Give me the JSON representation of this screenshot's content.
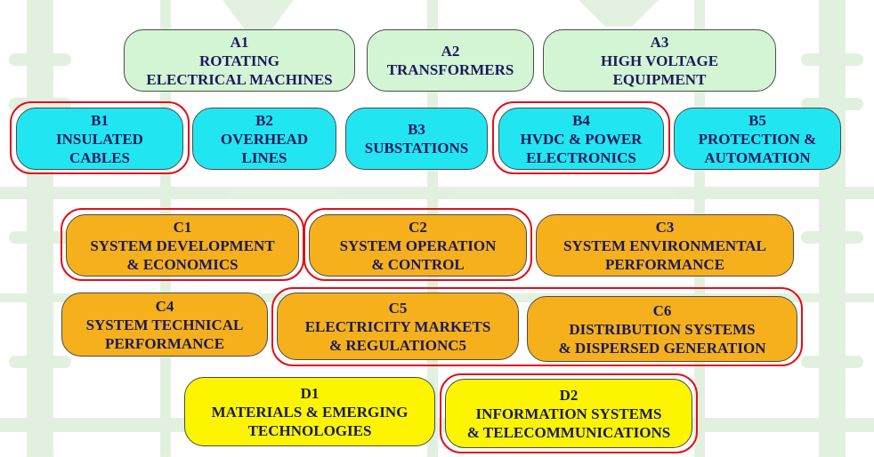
{
  "colors": {
    "group_a": "#d4f5d4",
    "group_b": "#21e6f2",
    "group_c": "#f6b01c",
    "group_d": "#fdf500",
    "highlight": "#e0101a",
    "text": "#1a1a5e",
    "watermark": "#d9ecd6"
  },
  "diagram": {
    "A1": {
      "code": "A1",
      "line1": "ROTATING",
      "line2": "ELECTRICAL MACHINES"
    },
    "A2": {
      "code": "A2",
      "line1": "TRANSFORMERS"
    },
    "A3": {
      "code": "A3",
      "line1": "HIGH VOLTAGE",
      "line2": "EQUIPMENT"
    },
    "B1": {
      "code": "B1",
      "line1": "INSULATED",
      "line2": "CABLES"
    },
    "B2": {
      "code": "B2",
      "line1": "OVERHEAD",
      "line2": "LINES"
    },
    "B3": {
      "code": "B3",
      "line1": "SUBSTATIONS"
    },
    "B4": {
      "code": "B4",
      "line1": "HVDC & POWER",
      "line2": "ELECTRONICS"
    },
    "B5": {
      "code": "B5",
      "line1": "PROTECTION &",
      "line2": "AUTOMATION"
    },
    "C1": {
      "code": "C1",
      "line1": "SYSTEM DEVELOPMENT",
      "line2": "& ECONOMICS"
    },
    "C2": {
      "code": "C2",
      "line1": "SYSTEM OPERATION",
      "line2": "& CONTROL"
    },
    "C3": {
      "code": "C3",
      "line1": "SYSTEM ENVIRONMENTAL",
      "line2": "PERFORMANCE"
    },
    "C4": {
      "code": "C4",
      "line1": "SYSTEM TECHNICAL",
      "line2": "PERFORMANCE"
    },
    "C5": {
      "code": "C5",
      "line1": "ELECTRICITY MARKETS",
      "line2": "& REGULATIONC5"
    },
    "C6": {
      "code": "C6",
      "line1": "DISTRIBUTION SYSTEMS",
      "line2": "& DISPERSED GENERATION"
    },
    "D1": {
      "code": "D1",
      "line1": "MATERIALS & EMERGING",
      "line2": "TECHNOLOGIES"
    },
    "D2": {
      "code": "D2",
      "line1": "INFORMATION SYSTEMS",
      "line2": "& TELECOMMUNICATIONS"
    }
  }
}
